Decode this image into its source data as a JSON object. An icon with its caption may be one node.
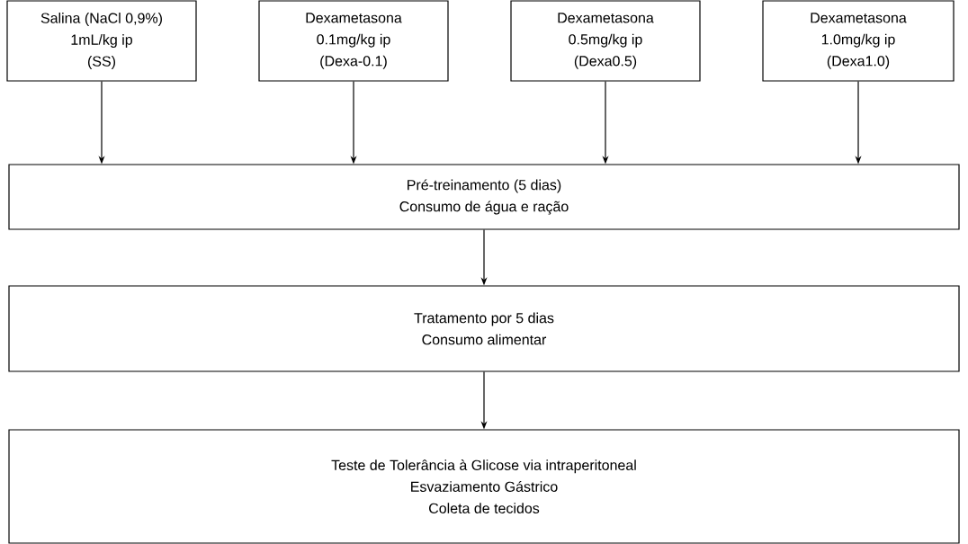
{
  "diagram": {
    "nodes": [
      {
        "text": [
          "Salina (NaCl 0,9%)",
          "1mL/kg ip",
          "(SS)"
        ]
      },
      {
        "text": [
          "Dexametasona",
          "0.1mg/kg ip",
          "(Dexa-0.1)"
        ]
      },
      {
        "text": [
          "Dexametasona",
          "0.5mg/kg ip",
          "(Dexa0.5)"
        ]
      },
      {
        "text": [
          "Dexametasona",
          "1.0mg/kg ip",
          "(Dexa1.0)"
        ]
      },
      {
        "text": [
          "Pré-treinamento (5 dias)",
          "Consumo de água e ração"
        ]
      },
      {
        "text": [
          "Tratamento por 5 dias",
          "Consumo alimentar"
        ]
      },
      {
        "text": [
          "Teste de Tolerância à Glicose via intraperitoneal",
          "Esvaziamento Gástrico",
          "Coleta de tecidos"
        ]
      }
    ],
    "edges": [
      {
        "from": 0,
        "to": 4,
        "arrow": "to"
      },
      {
        "from": 1,
        "to": 4,
        "arrow": "to"
      },
      {
        "from": 2,
        "to": 4,
        "arrow": "to"
      },
      {
        "from": 3,
        "to": 4,
        "arrow": "to"
      },
      {
        "from": 4,
        "to": 5,
        "arrow": "to"
      },
      {
        "from": 5,
        "to": 6,
        "arrow": "to"
      }
    ]
  }
}
